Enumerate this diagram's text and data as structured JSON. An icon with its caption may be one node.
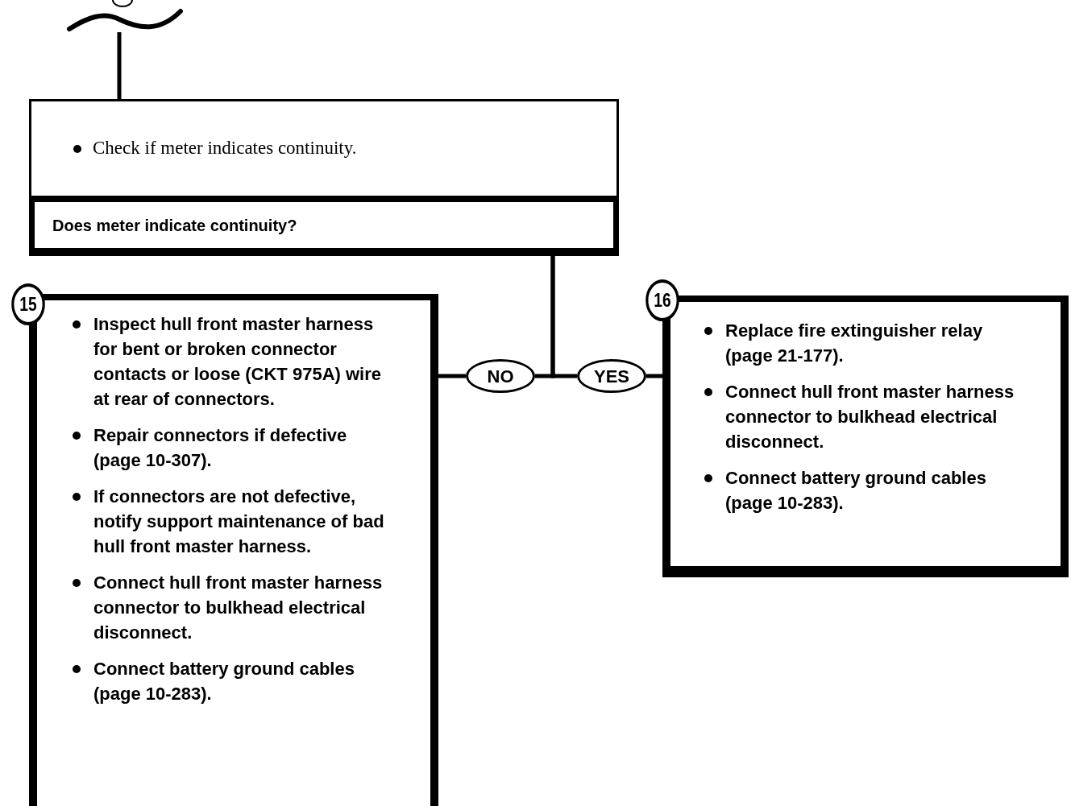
{
  "diagram": {
    "nodes": [
      {
        "text": [],
        "shape": "wave"
      },
      {
        "text": [
          "Check if meter indicates continuity."
        ]
      },
      {
        "text": [
          "Does meter indicate continuity?"
        ]
      },
      {
        "text": [
          "15",
          "Inspect hull front master harness for bent or broken connector contacts or loose (CKT 975A) wire at rear of connectors.",
          "Repair connectors if defective (page 10-307).",
          "If connectors are not defective, notify support maintenance of bad hull front master harness.",
          "Connect hull front master harness connector to bulkhead electrical disconnect.",
          "Connect battery ground cables (page 10-283)."
        ]
      },
      {
        "text": [
          "NO"
        ]
      },
      {
        "text": [
          "YES"
        ]
      },
      {
        "text": [
          "16",
          "Replace fire extinguisher relay (page 21-177).",
          "Connect hull front master harness connector to bulkhead electrical disconnect.",
          "Connect battery ground cables (page 10-283)."
        ]
      }
    ],
    "edges": [
      {
        "from": 0,
        "to": 1,
        "arrow": "none"
      },
      {
        "from": 2,
        "to": 4,
        "arrow": "none"
      },
      {
        "from": 2,
        "to": 5,
        "arrow": "none"
      },
      {
        "from": 4,
        "to": 3,
        "arrow": "none"
      },
      {
        "from": 5,
        "to": 6,
        "arrow": "none"
      }
    ]
  }
}
